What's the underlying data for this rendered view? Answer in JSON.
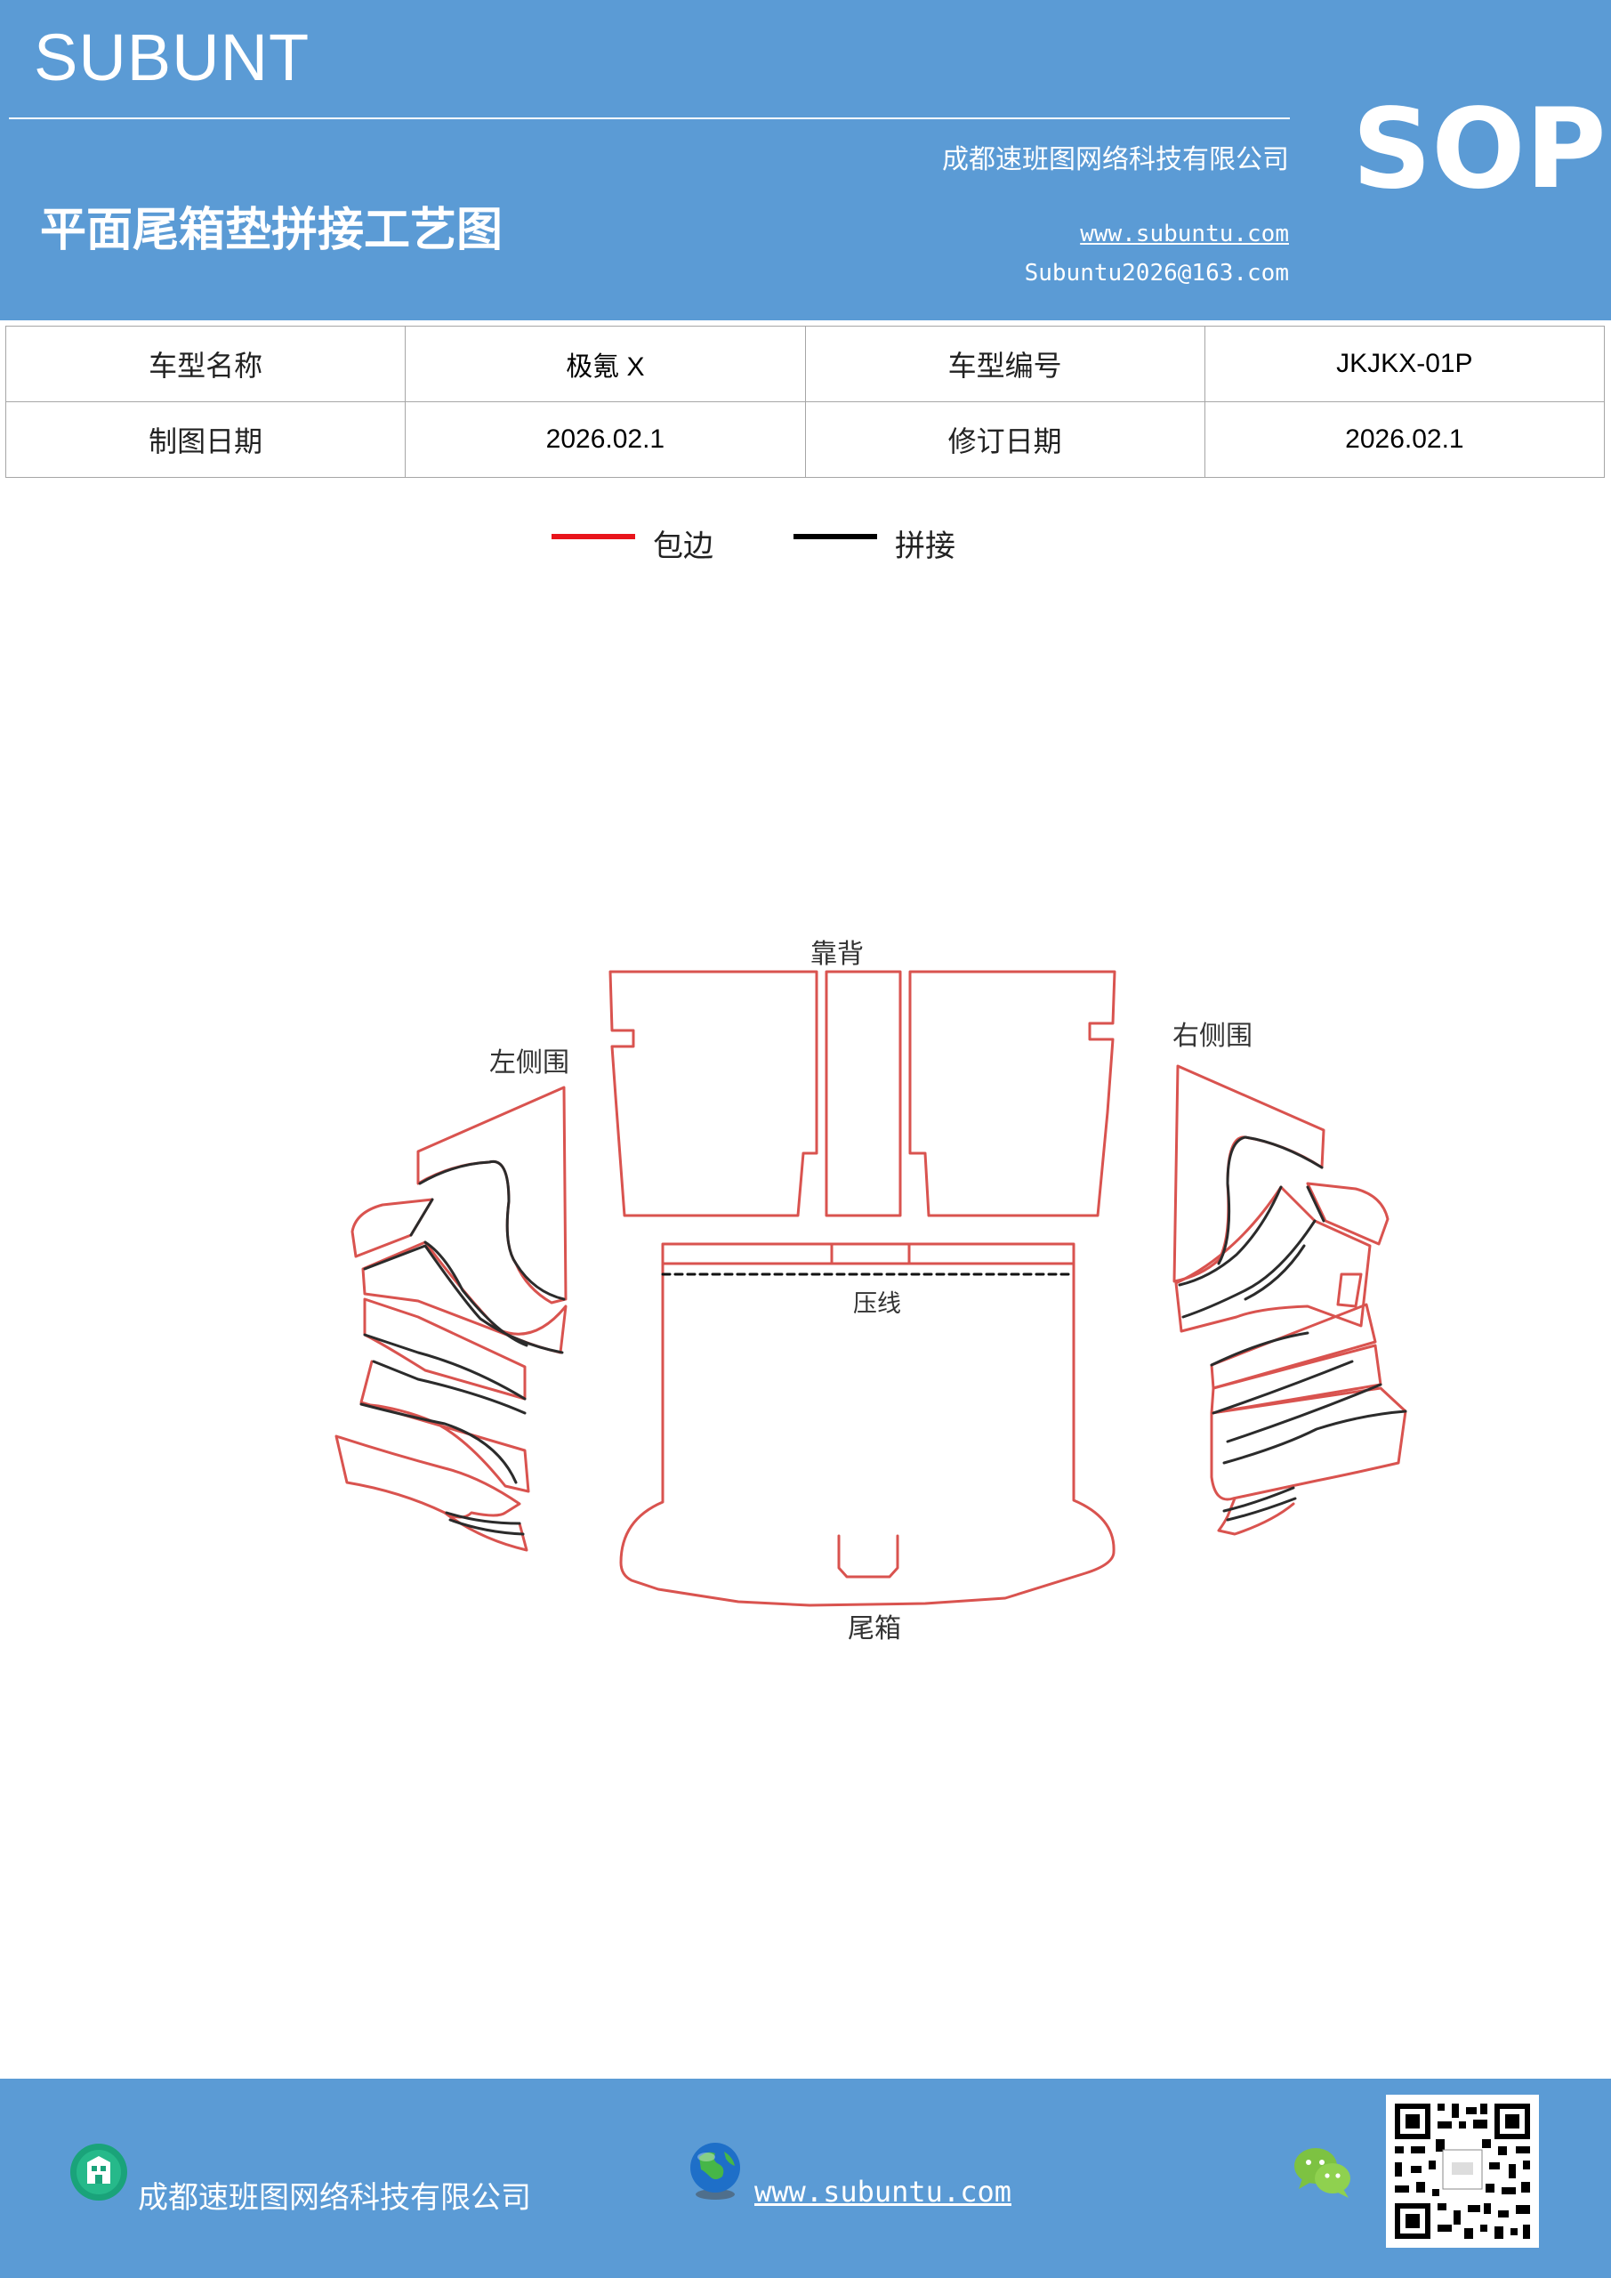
{
  "header": {
    "brand": "SUBUNT",
    "badge": "SOP",
    "title": "平面尾箱垫拼接工艺图",
    "company": "成都速班图网络科技有限公司",
    "website": "www.subuntu.com",
    "email": "Subuntu2026@163.com"
  },
  "info_table": {
    "rows": [
      [
        "车型名称",
        "极氪 X",
        "车型编号",
        "JKJKX-01P"
      ],
      [
        "制图日期",
        "2026.02.1",
        "修订日期",
        "2026.02.1"
      ]
    ]
  },
  "legend": {
    "items": [
      {
        "label": "包边",
        "color": "#e8141b"
      },
      {
        "label": "拼接",
        "color": "#000000"
      }
    ]
  },
  "diagram": {
    "labels": {
      "back": "靠背",
      "left": "左侧围",
      "right": "右侧围",
      "crease": "压线",
      "trunk": "尾箱"
    },
    "edge_color": "#d9534f",
    "seam_color": "#2b2b2b"
  },
  "footer": {
    "company": "成都速班图网络科技有限公司",
    "website": "www.subuntu.com"
  },
  "icons": [
    "building-icon",
    "globe-icon",
    "wechat-icon",
    "qr-code"
  ],
  "colors": {
    "header_bg": "#5b9bd5",
    "footer_bg": "#5b9bd5"
  }
}
